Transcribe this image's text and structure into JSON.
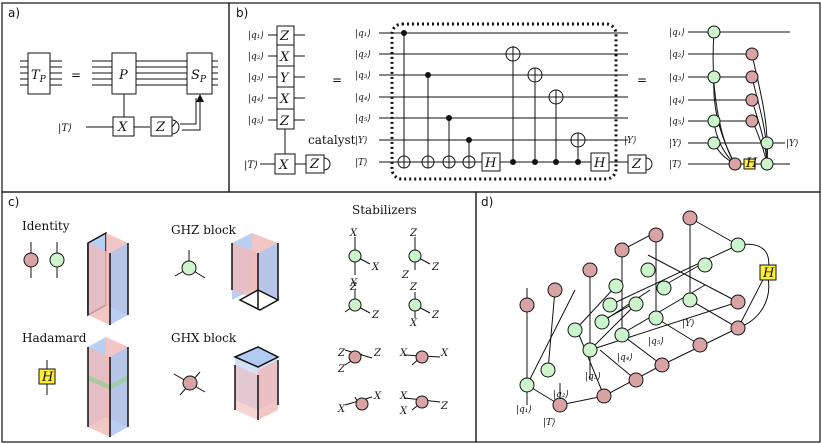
{
  "panels": {
    "a": "a)",
    "b": "b)",
    "c": "c)",
    "d": "d)"
  },
  "panel_a": {
    "tp": "T",
    "tp_sub": "P",
    "equals": "=",
    "p": "P",
    "sp": "S",
    "sp_sub": "P",
    "t_ket": "|T⟩",
    "x": "X",
    "z": "Z"
  },
  "panel_b": {
    "left_ket_labels": [
      "|q₁⟩",
      "|q₂⟩",
      "|q₃⟩",
      "|q₄⟩",
      "|q₅⟩"
    ],
    "left_gates": [
      "Z",
      "X",
      "Y",
      "X",
      "Z"
    ],
    "t_ket": "|T⟩",
    "x": "X",
    "z": "Z",
    "catalyst": "catalyst",
    "mid_ket_labels": [
      "|q₁⟩",
      "|q₂⟩",
      "|q₃⟩",
      "|q₄⟩",
      "|q₅⟩",
      "|Y⟩",
      "|T⟩"
    ],
    "h": "H",
    "y_out": "|Y⟩",
    "right_ket_labels": [
      "|q₁⟩",
      "|q₂⟩",
      "|q₃⟩",
      "|q₄⟩",
      "|q₅⟩",
      "|Y⟩",
      "|T⟩"
    ],
    "y_out_right": "|Y⟩",
    "equals": "="
  },
  "panel_c": {
    "identity": "Identity",
    "ghz": "GHZ block",
    "hadamard": "Hadamard",
    "ghx": "GHX block",
    "stabilizers": "Stabilizers",
    "h": "H",
    "x": "X",
    "z": "Z"
  },
  "panel_d": {
    "h": "H",
    "labels": [
      "|q₁⟩",
      "|q₂⟩",
      "|q₃⟩",
      "|q₄⟩",
      "|q₅⟩",
      "|Y⟩",
      "|T⟩"
    ]
  },
  "colors": {
    "green": "#ccf5cc",
    "red": "#d9a3a3",
    "yellow": "#ffee33",
    "blue": "#a8c4f0",
    "pink": "#f0b8b8"
  }
}
